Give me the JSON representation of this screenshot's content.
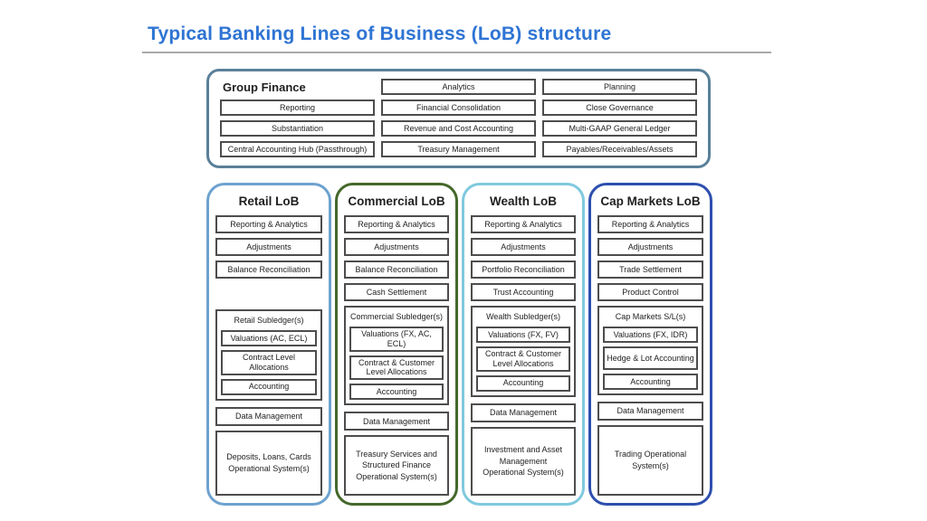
{
  "colors": {
    "title": "#2e74d3",
    "divider": "#a9a9a9",
    "box_border": "#4d4d4d"
  },
  "title": "Typical Banking Lines of Business (LoB) structure",
  "group_finance": {
    "label": "Group Finance",
    "accent": "#5a8099",
    "rows": [
      [
        "Analytics",
        "Planning"
      ],
      [
        "Reporting",
        "Financial Consolidation",
        "Close Governance"
      ],
      [
        "Substantiation",
        "Revenue and Cost Accounting",
        "Multi-GAAP General Ledger"
      ],
      [
        "Central Accounting Hub (Passthrough)",
        "Treasury Management",
        "Payables/Receivables/Assets"
      ]
    ]
  },
  "columns": [
    {
      "header": "Retail LoB",
      "accent": "#6da2cf",
      "top_boxes": [
        "Reporting & Analytics",
        "Adjustments",
        "Balance Reconciliation"
      ],
      "subledger_label": "Retail Subledger(s)",
      "subledger_boxes": [
        "Valuations (AC, ECL)",
        "Contract Level Allocations",
        "Accounting"
      ],
      "data_management": "Data Management",
      "operational_system": "Deposits, Loans, Cards Operational System(s)"
    },
    {
      "header": "Commercial LoB",
      "accent": "#44682b",
      "top_boxes": [
        "Reporting & Analytics",
        "Adjustments",
        "Balance Reconciliation",
        "Cash Settlement"
      ],
      "subledger_label": "Commercial Subledger(s)",
      "subledger_boxes": [
        "Valuations (FX, AC, ECL)",
        "Contract & Customer Level Allocations",
        "Accounting"
      ],
      "data_management": "Data Management",
      "operational_system": "Treasury Services and Structured Finance Operational System(s)"
    },
    {
      "header": "Wealth LoB",
      "accent": "#7fc9de",
      "top_boxes": [
        "Reporting & Analytics",
        "Adjustments",
        "Portfolio Reconciliation",
        "Trust Accounting"
      ],
      "subledger_label": "Wealth Subledger(s)",
      "subledger_boxes": [
        "Valuations (FX, FV)",
        "Contract & Customer Level Allocations",
        "Accounting"
      ],
      "data_management": "Data Management",
      "operational_system": "Investment and Asset Management Operational System(s)"
    },
    {
      "header": "Cap Markets LoB",
      "accent": "#2d4fae",
      "top_boxes": [
        "Reporting & Analytics",
        "Adjustments",
        "Trade Settlement",
        "Product Control"
      ],
      "subledger_label": "Cap Markets S/L(s)",
      "subledger_boxes": [
        "Valuations (FX, IDR)",
        "Hedge & Lot Accounting",
        "Accounting"
      ],
      "data_management": "Data Management",
      "operational_system": "Trading Operational System(s)"
    }
  ]
}
